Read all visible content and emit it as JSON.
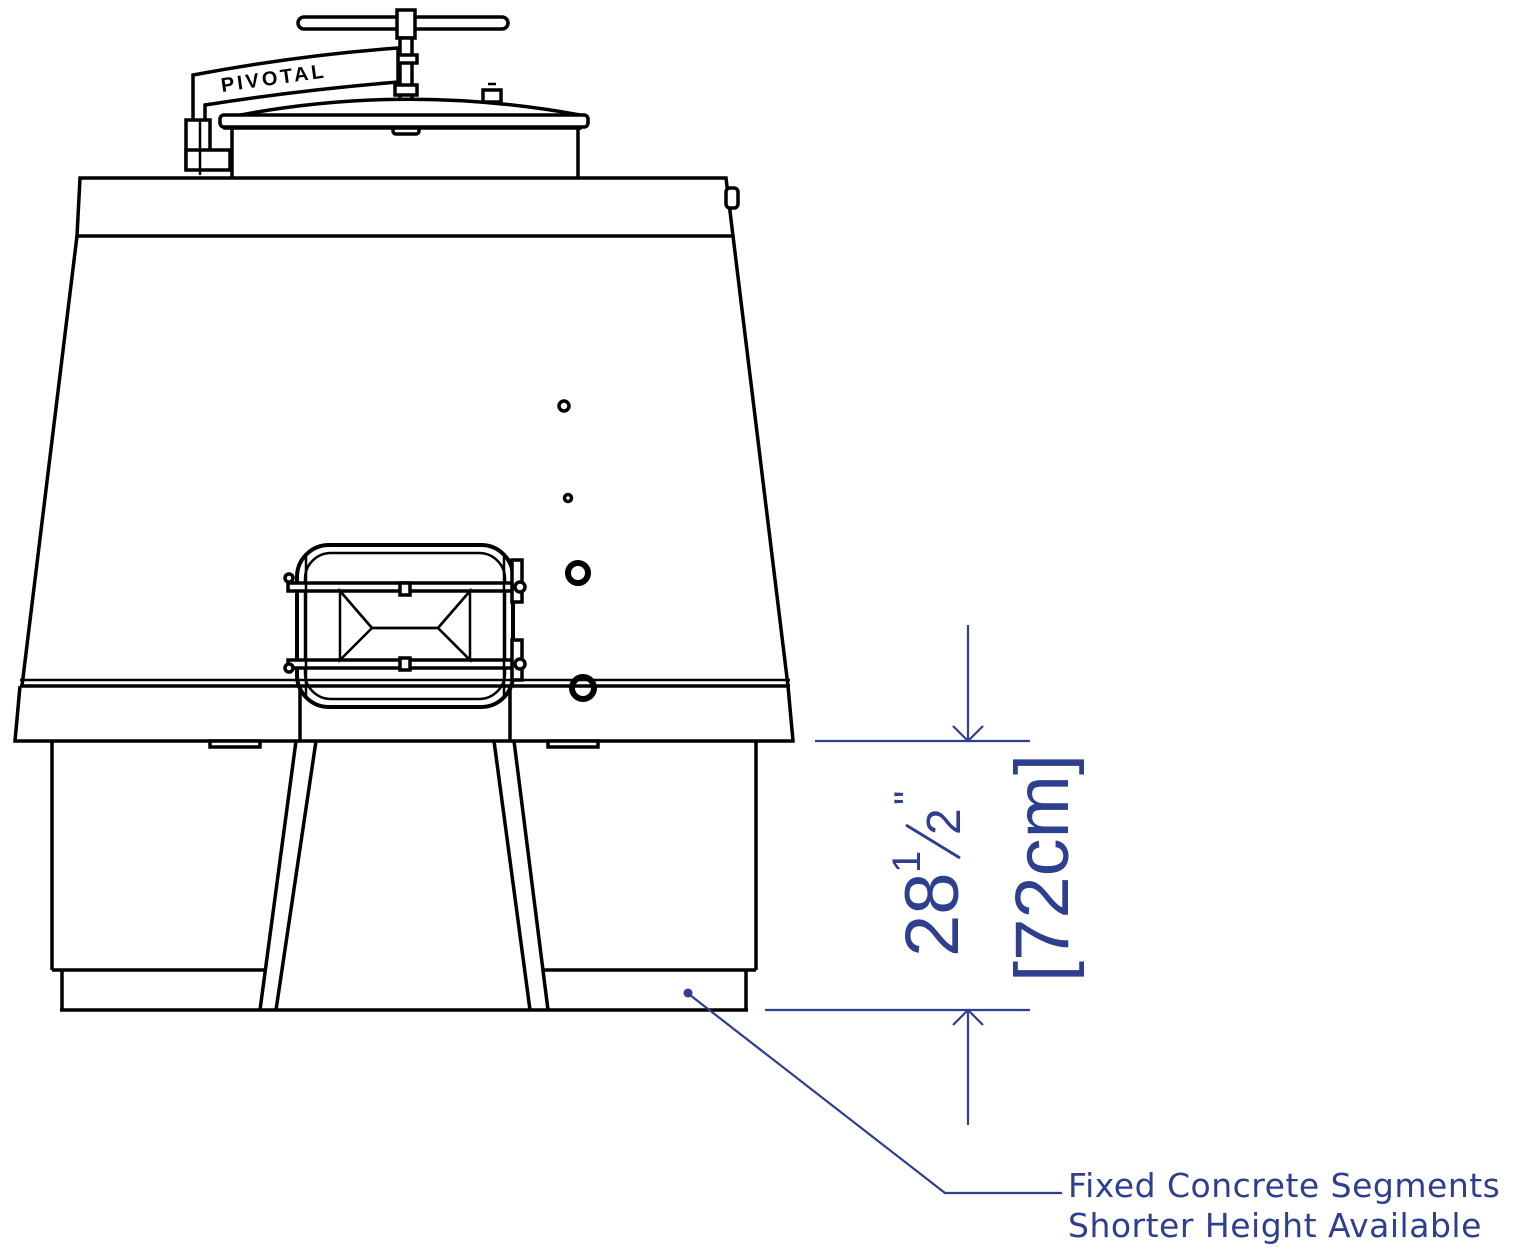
{
  "diagram": {
    "brand_label": "PIVOTAL",
    "dimension": {
      "whole": "28",
      "numerator": "1",
      "denominator": "2",
      "inch_mark": "\"",
      "metric": "[72cm]"
    },
    "callout": {
      "line1": "Fixed Concrete Segments",
      "line2": "Shorter Height Available"
    },
    "colors": {
      "ink": "#000000",
      "annotation": "#2e3f8f",
      "background": "#ffffff"
    }
  }
}
